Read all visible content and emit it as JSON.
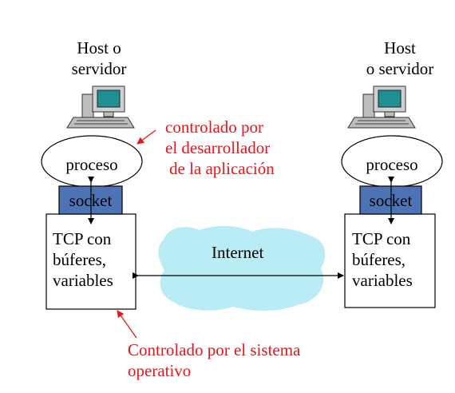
{
  "left_host": {
    "title_line1": "Host o",
    "title_line2": "servidor",
    "process_label": "proceso",
    "socket_label": "socket",
    "tcp_line1": "TCP con",
    "tcp_line2": "búferes,",
    "tcp_line3": "variables"
  },
  "right_host": {
    "title_line1": "Host",
    "title_line2": "o servidor",
    "process_label": "proceso",
    "socket_label": "socket",
    "tcp_line1": "TCP con",
    "tcp_line2": "búferes,",
    "tcp_line3": "variables"
  },
  "network": {
    "label": "Internet"
  },
  "annotations": {
    "developer_line1": "controlado por",
    "developer_line2": "el desarrollador",
    "developer_line3": "de la aplicación",
    "os_line1": "Controlado por el sistema",
    "os_line2": "operativo"
  },
  "colors": {
    "annotation_text": "#e8151b",
    "socket_fill": "#4d73b5",
    "cloud_fill": "#b9ecf5",
    "monitor_screen": "#1f8f96",
    "computer_body": "#c8c8c8"
  }
}
